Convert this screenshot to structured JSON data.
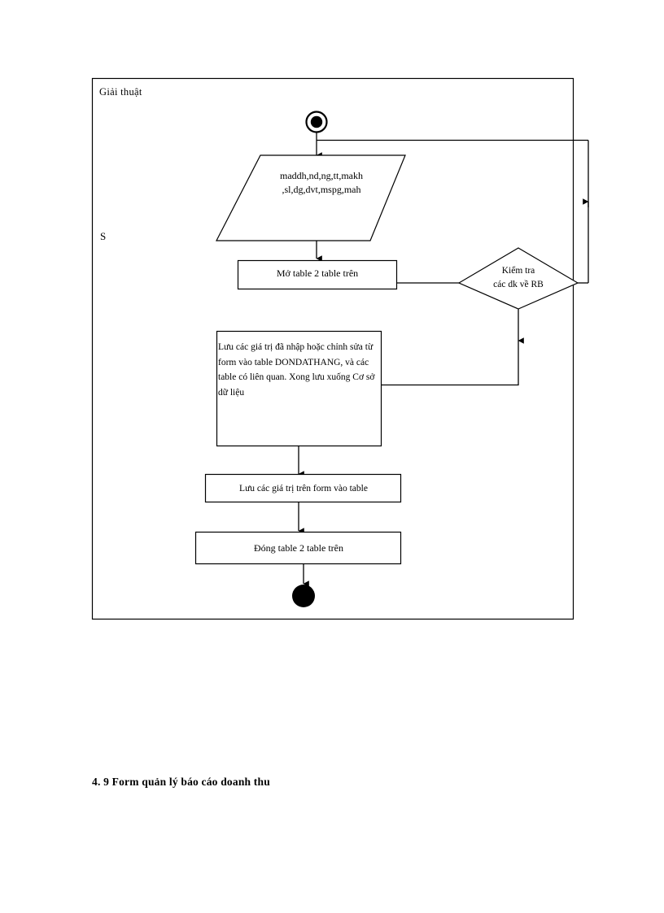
{
  "document": {
    "caption": "4. 9 Form quản lý báo cáo doanh thu"
  },
  "diagram": {
    "frame_title": "Giải thuật",
    "side_label": "S",
    "nodes": {
      "start": {
        "name": "start-node",
        "type": "initial-node"
      },
      "input": {
        "type": "parallelogram",
        "line1": "maddh,nd,ng,tt,makh",
        "line2": ",sl,dg,dvt,mspg,mah",
        "text": "maddh,nd,ng,tt,makh\n,sl,dg,dvt,mspg,mah"
      },
      "open_table": {
        "type": "process",
        "text": "Mở table 2 table trên"
      },
      "decision": {
        "type": "decision",
        "line1": "Kiểm tra",
        "line2": "các dk về RB",
        "text": "Kiểm tra\ncác dk về RB"
      },
      "save_big": {
        "type": "process",
        "text": "Lưu các giá trị đã nhập hoặc chỉnh sửa từ form vào table DONDATHANG, và các table có liên quan. Xong lưu xuống Cơ sở dữ liệu"
      },
      "save_form": {
        "type": "process",
        "text": "Lưu các giá trị trên form vào table"
      },
      "close_table": {
        "type": "process",
        "text": "Đóng table 2 table trên"
      },
      "end": {
        "name": "end-node",
        "type": "final-node"
      }
    },
    "colors": {
      "stroke": "#000000",
      "fill": "#ffffff",
      "text": "#000000"
    }
  }
}
